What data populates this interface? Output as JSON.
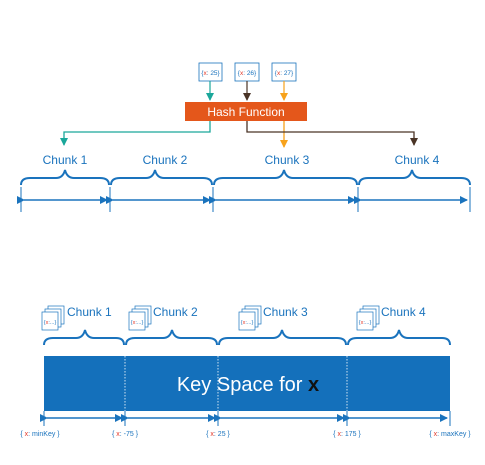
{
  "colors": {
    "blue": "#1a73bd",
    "teal": "#1aa79a",
    "orange": "#f7a21b",
    "dark_brown": "#4a3426",
    "hash_box": "#e4571b",
    "key_space": "#1470bb",
    "red_x": "#e53a2a"
  },
  "top_diagram": {
    "documents": [
      {
        "key": "x",
        "value": "25",
        "color_key": "teal"
      },
      {
        "key": "x",
        "value": "26",
        "color_key": "dark_brown"
      },
      {
        "key": "x",
        "value": "27",
        "color_key": "orange"
      }
    ],
    "hash_function_label": "Hash Function",
    "chunks": [
      "Chunk 1",
      "Chunk 2",
      "Chunk 3",
      "Chunk 4"
    ]
  },
  "bottom_diagram": {
    "chunks": [
      "Chunk 1",
      "Chunk 2",
      "Chunk 3",
      "Chunk 4"
    ],
    "doc_placeholder": "...",
    "key_space_label": "Key Space for",
    "key_space_var": "x",
    "boundaries": [
      {
        "key": "x",
        "value": "minKey"
      },
      {
        "key": "x",
        "value": "-75"
      },
      {
        "key": "x",
        "value": "25"
      },
      {
        "key": "x",
        "value": "175"
      },
      {
        "key": "x",
        "value": "maxKey"
      }
    ]
  }
}
